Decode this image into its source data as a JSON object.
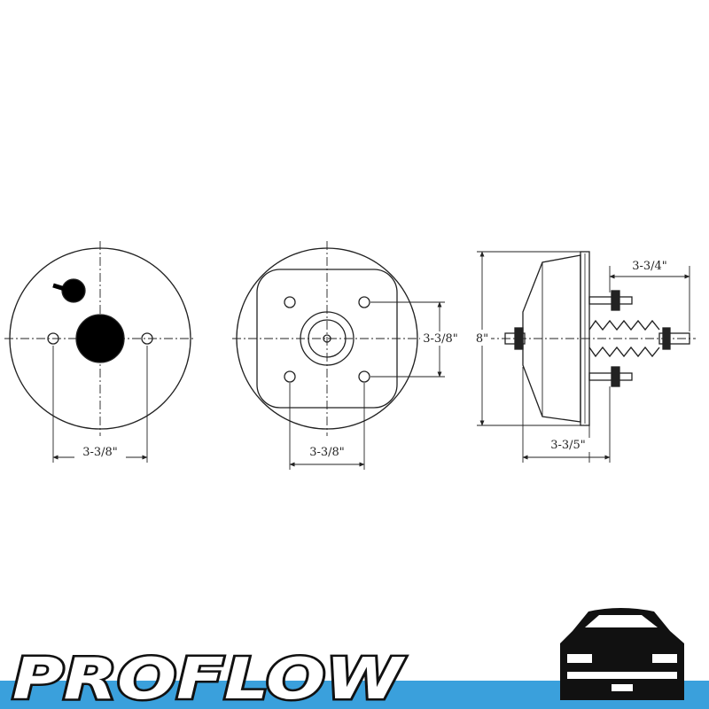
{
  "drawing": {
    "front_view": {
      "hole_spacing": "3-3/8\""
    },
    "mount_view": {
      "horizontal_spacing": "3-3/8\"",
      "vertical_spacing": "3-3/8\""
    },
    "side_view": {
      "diameter": "8\"",
      "body_depth": "3-3/5\"",
      "stud_length": "3-3/4\""
    }
  },
  "brand": {
    "logo_text": "PROFLOW",
    "bar_color": "#3aa0dc",
    "logo_fill": "#ffffff",
    "logo_outline": "#111111"
  },
  "icons": [
    "car-front-icon"
  ]
}
